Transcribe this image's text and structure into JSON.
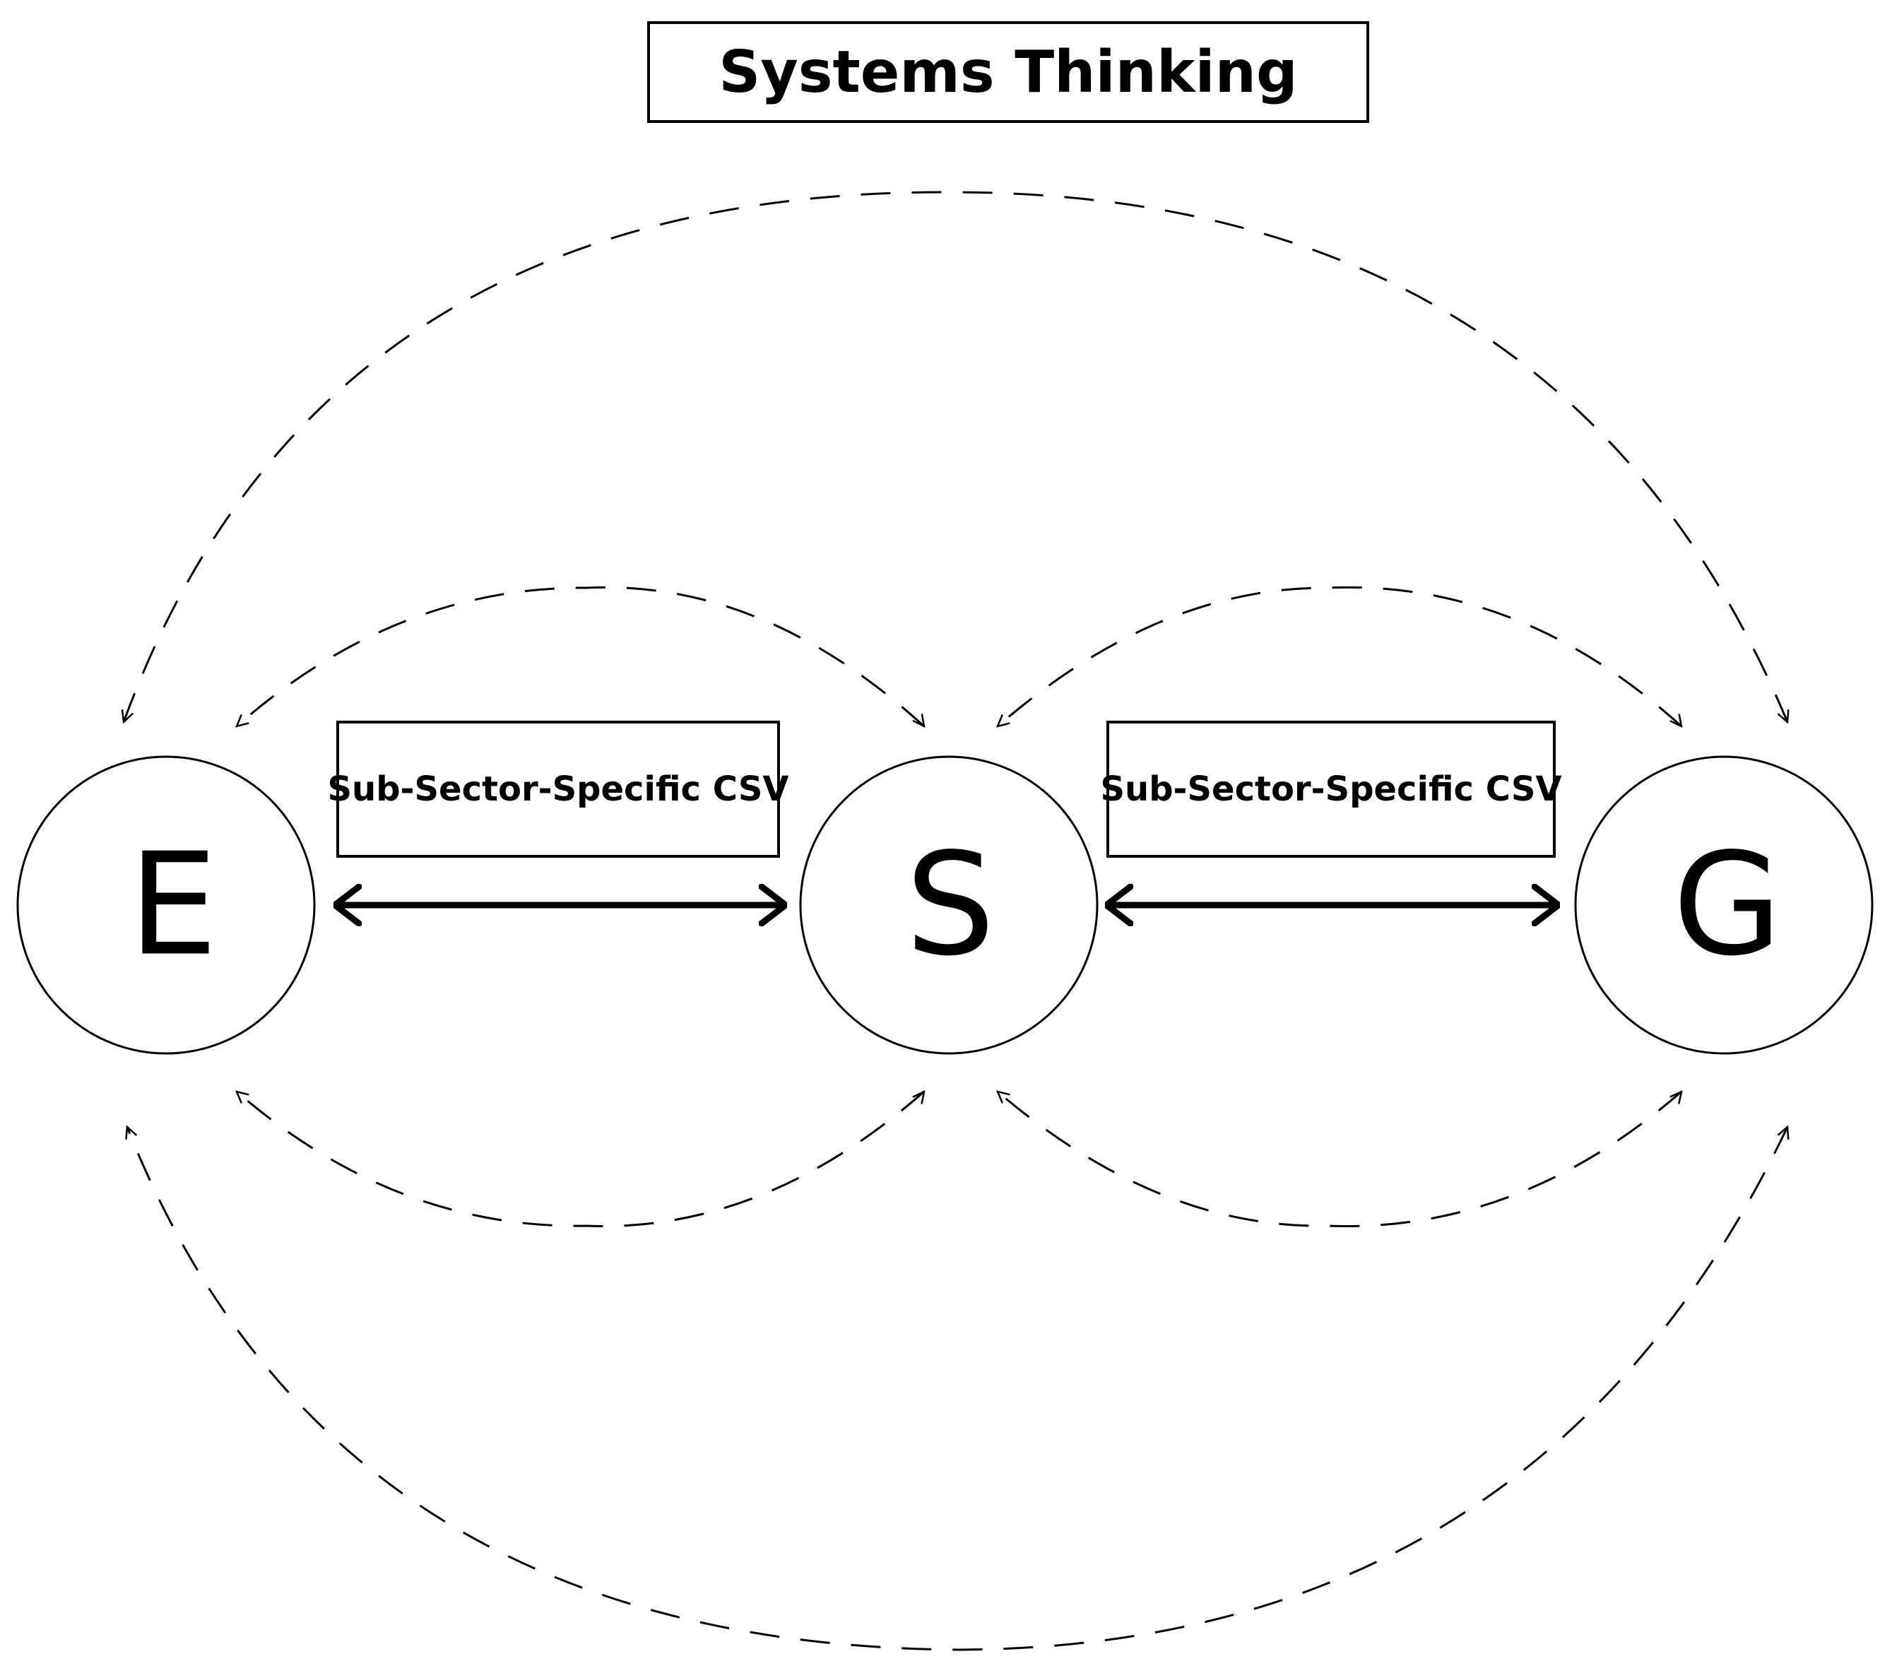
{
  "title": "Systems Thinking",
  "nodes": {
    "e": "E",
    "s": "S",
    "g": "G"
  },
  "links": {
    "es_label": "Sub-Sector-Specific CSV",
    "sg_label": "Sub-Sector-Specific CSV"
  },
  "colors": {
    "stroke": "#000000",
    "background": "#ffffff"
  }
}
